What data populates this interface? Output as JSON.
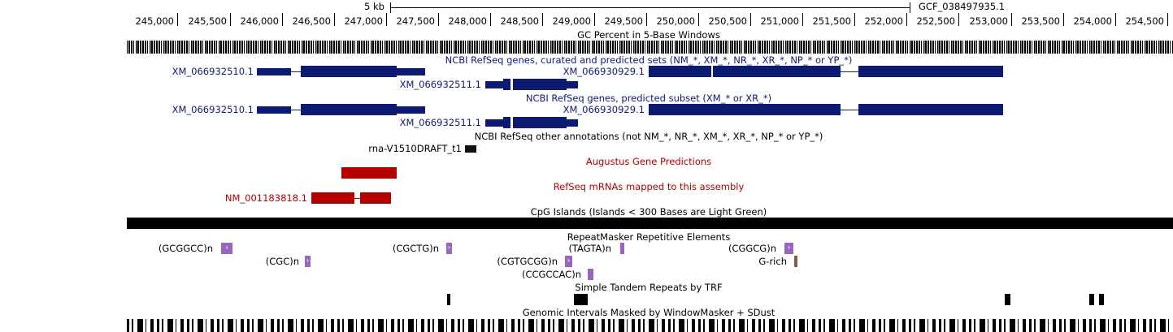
{
  "scale": {
    "label": "5 kb",
    "assembly": "GCF_038497935.1"
  },
  "ruler": {
    "ticks": [
      "245,000",
      "245,500",
      "246,000",
      "246,500",
      "247,000",
      "247,500",
      "248,000",
      "248,500",
      "249,000",
      "249,500",
      "250,000",
      "250,500",
      "251,000",
      "251,500",
      "252,000",
      "252,500",
      "253,000",
      "253,500",
      "254,000",
      "254,500"
    ]
  },
  "tracks": {
    "gc": {
      "title": "GC Percent in 5-Base Windows"
    },
    "refseq_curated": {
      "title": "NCBI RefSeq genes, curated and predicted sets (NM_*, XM_*, NR_*, XR_*, NP_* or YP_*)",
      "genes": [
        "XM_066932510.1",
        "XM_066930929.1",
        "XM_066932511.1"
      ]
    },
    "refseq_predicted": {
      "title": "NCBI RefSeq genes, predicted subset (XM_* or XR_*)",
      "genes": [
        "XM_066932510.1",
        "XM_066930929.1",
        "XM_066932511.1"
      ]
    },
    "refseq_other": {
      "title": "NCBI RefSeq other annotations (not NM_*, NR_*, XM_*, XR_*, NP_* or YP_*)",
      "item": "rna-V1510DRAFT_t1"
    },
    "augustus": {
      "title": "Augustus Gene Predictions"
    },
    "refseq_mrna": {
      "title": "RefSeq mRNAs mapped to this assembly",
      "item": "NM_001183818.1"
    },
    "cpg": {
      "title": "CpG Islands (Islands < 300 Bases are Light Green)"
    },
    "repeatmasker": {
      "title": "RepeatMasker Repetitive Elements",
      "items": [
        "(GCGGCC)n",
        "(CGC)n",
        "(CGCTG)n",
        "(TAGTA)n",
        "(CGTGCGG)n",
        "(CCGCCAC)n",
        "(CGGCG)n",
        "G-rich"
      ]
    },
    "trf": {
      "title": "Simple Tandem Repeats by TRF"
    },
    "windowmasker": {
      "title": "Genomic Intervals Masked by WindowMasker + SDust"
    }
  },
  "colors": {
    "gene_blue": "#0c1a73",
    "gene_red": "#b40000",
    "repeat_purple": "#9966bb",
    "grich": "#8b5a4a"
  }
}
